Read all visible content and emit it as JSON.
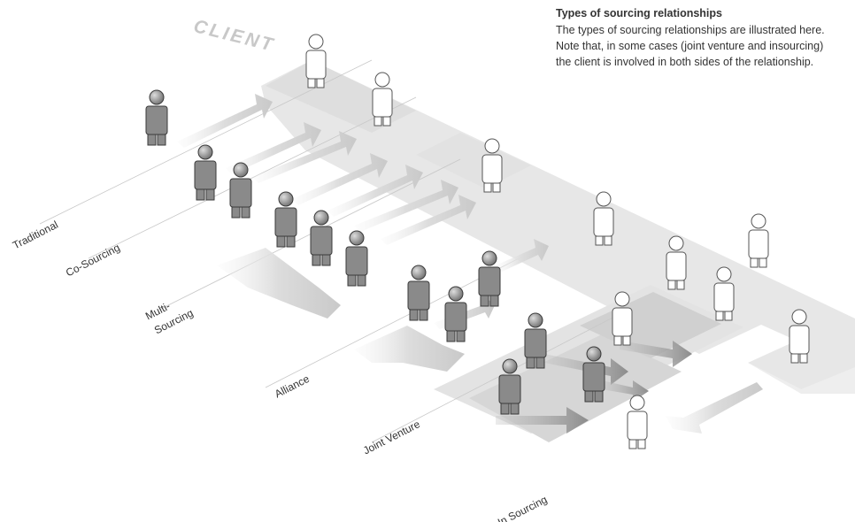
{
  "caption": {
    "subtitle": "Types of sourcing relationships",
    "line1": "The types of sourcing relationships are illustrated here.",
    "line2": "Note that, in some cases (joint venture and insourcing)",
    "line3": "the client is involved in both sides of the relationship."
  },
  "diagram": {
    "client_label": "CLIENT",
    "rows": [
      {
        "label": "Traditional"
      },
      {
        "label": "Co-Sourcing"
      },
      {
        "label_line1": "Multi-",
        "label_line2": "Sourcing"
      },
      {
        "label": "Alliance"
      },
      {
        "label": "Joint Venture"
      },
      {
        "label": "In Sourcing"
      }
    ]
  },
  "colors": {
    "client_figure": "#ffffff",
    "provider_figure": "#8a8a8a",
    "band": "#e6e6e6",
    "arrow": "#d6d6d6",
    "dark_arrow": "#9a9a9a",
    "label_text": "#333333"
  }
}
